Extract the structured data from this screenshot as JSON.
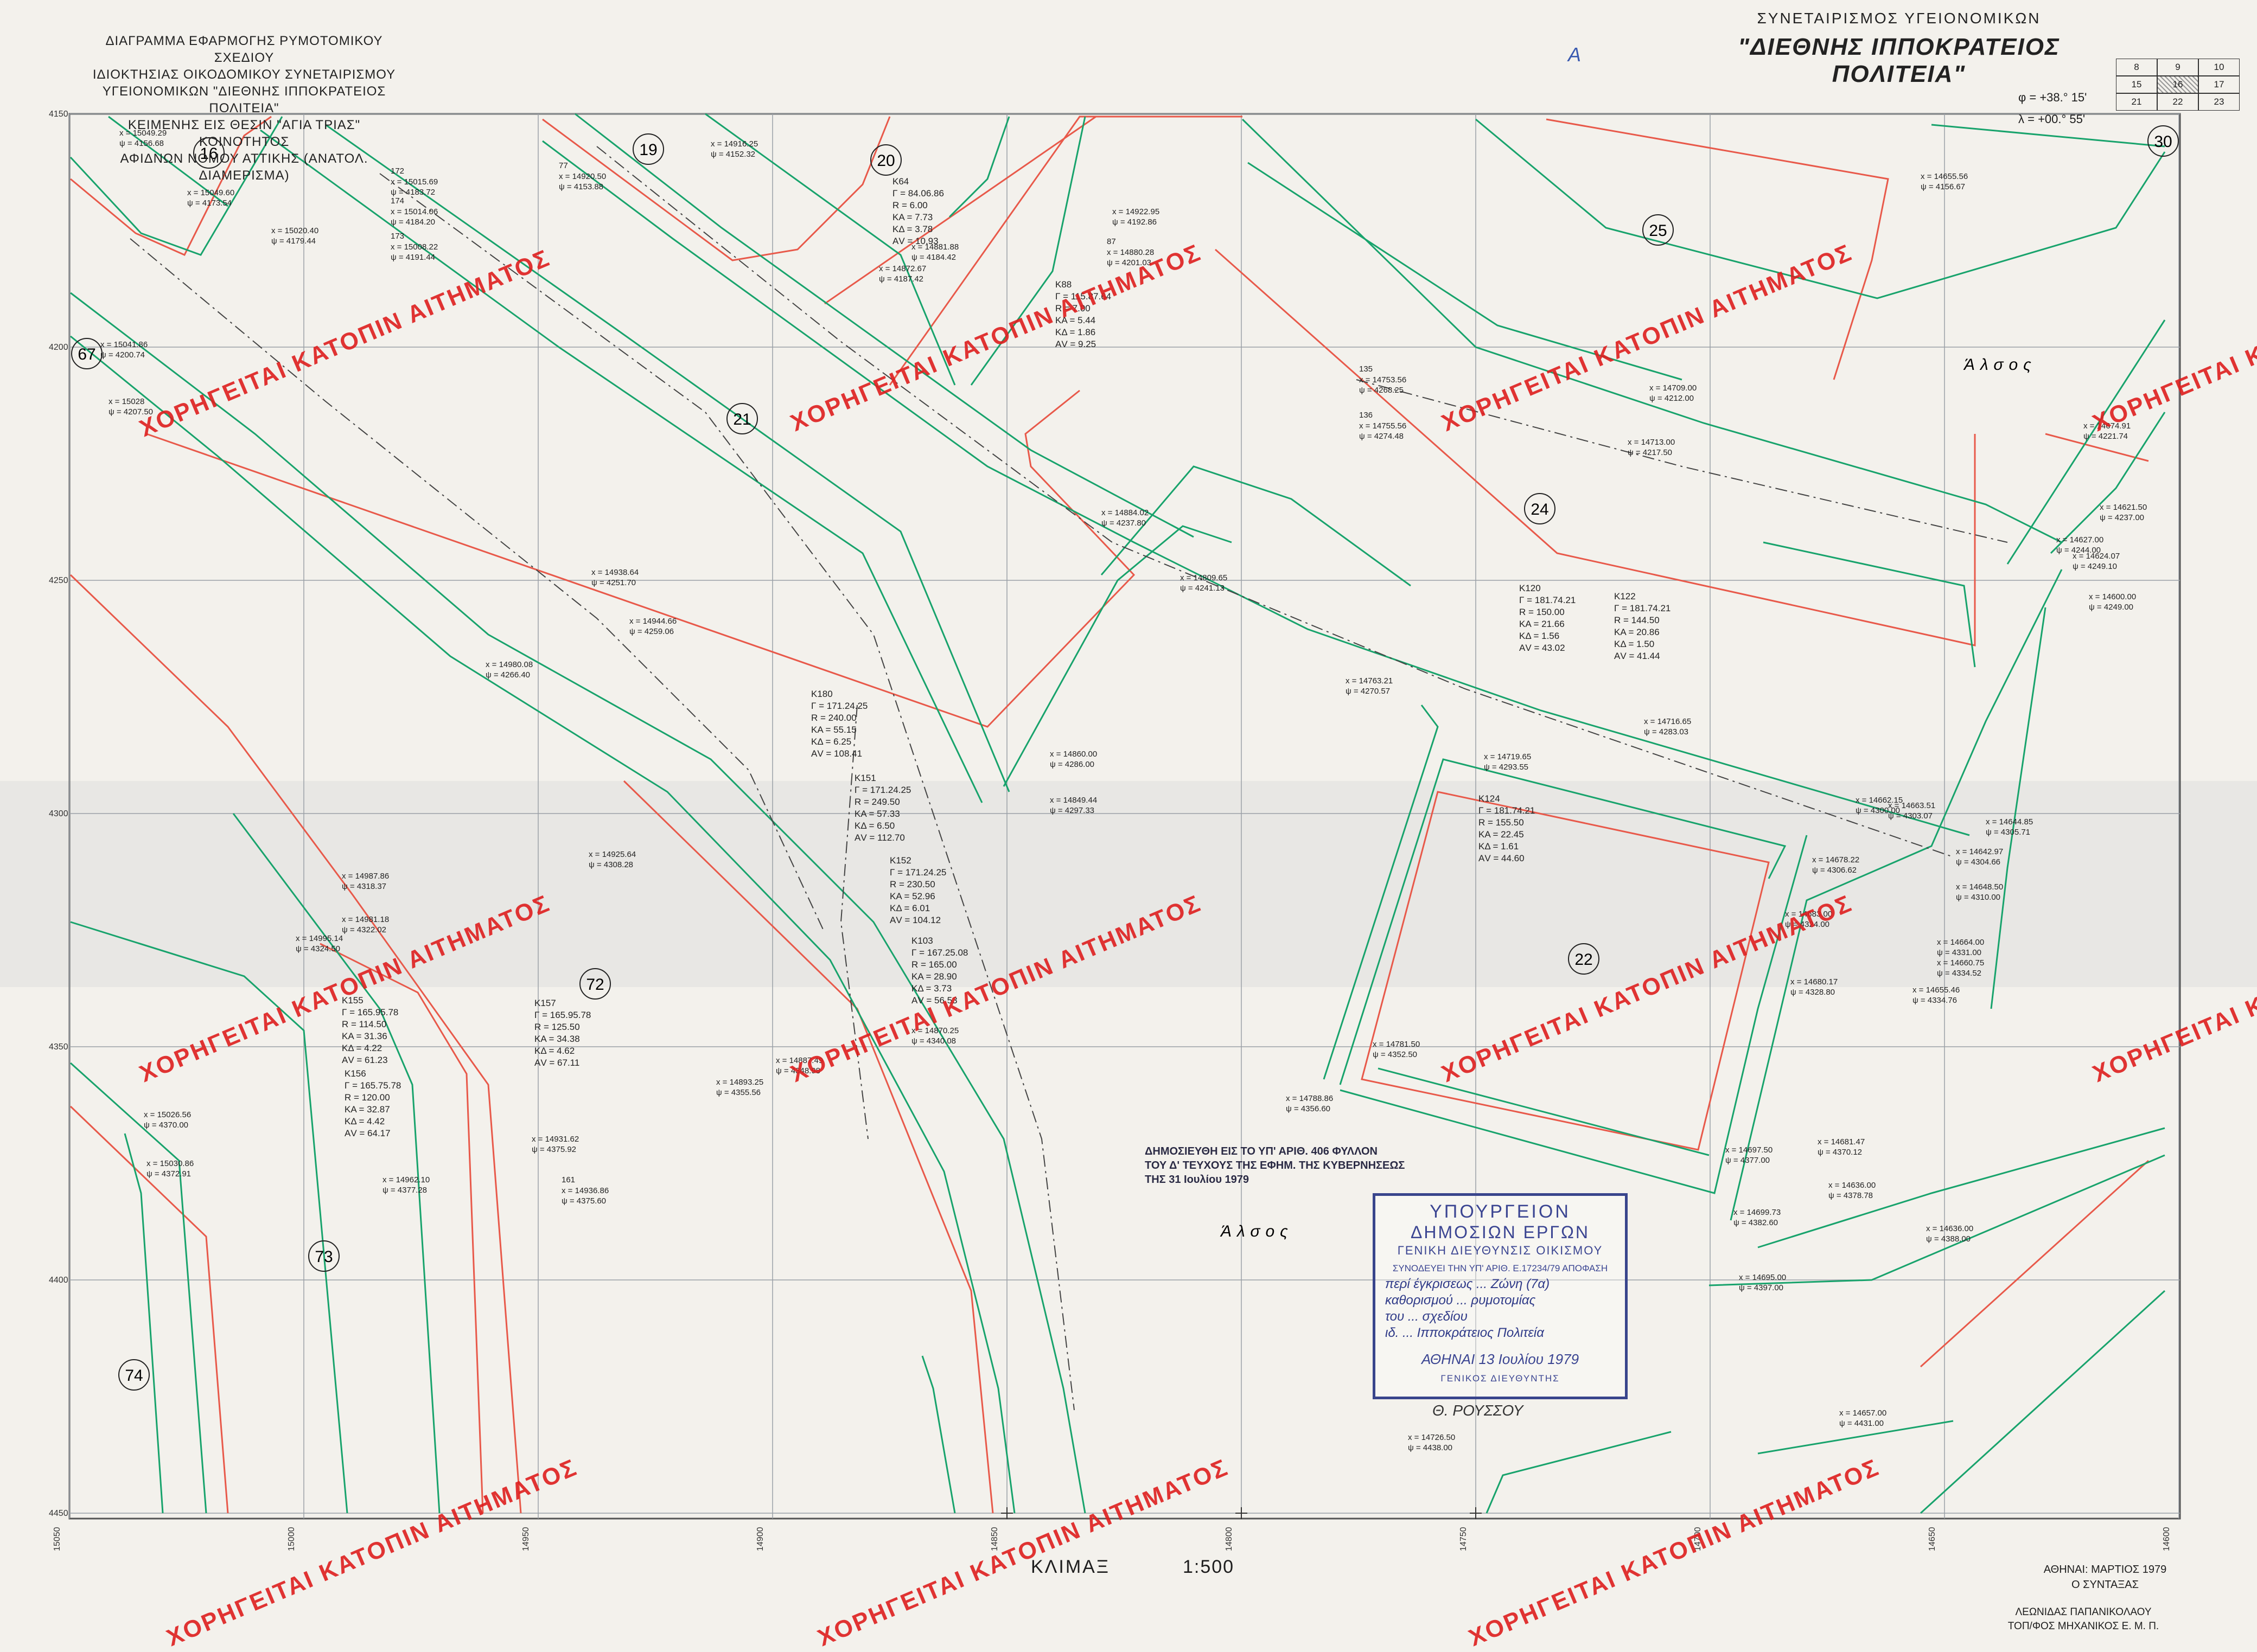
{
  "header": {
    "left_lines": [
      "ΔΙΑΓΡΑΜΜΑ ΕΦΑΡΜΟΓΗΣ ΡΥΜΟΤΟΜΙΚΟΥ ΣΧΕΔΙΟΥ",
      "ΙΔΙΟΚΤΗΣΙΑΣ ΟΙΚΟΔΟΜΙΚΟΥ ΣΥΝΕΤΑΙΡΙΣΜΟΥ",
      "ΥΓΕΙΟΝΟΜΙΚΩΝ \"ΔΙΕΘΝΗΣ ΙΠΠΟΚΡΑΤΕΙΟΣ ΠΟΛΙΤΕΙΑ\"",
      "ΚΕΙΜΕΝΗΣ ΕΙΣ ΘΕΣΙΝ \"ΑΓΙΑ ΤΡΙΑΣ\" ΚΟΙΝΟΤΗΤΟΣ",
      "ΑΦΙΔΝΩΝ ΝΟΜΟΥ ΑΤΤΙΚΗΣ (ΑΝΑΤΟΛ. ΔΙΑΜΕΡΙΣΜΑ)"
    ],
    "right_line1": "ΣΥΝΕΤΑΙΡΙΣΜΟΣ ΥΓΕΙΟΝΟΜΙΚΩΝ",
    "right_line2": "\"ΔΙΕΘΝΗΣ ΙΠΠΟΚΡΑΤΕΙΟΣ ΠΟΛΙΤΕΙΑ\"",
    "phi": "φ = +38.° 15'",
    "lambda": "λ = +00.° 55'",
    "handwritten_letter": "A"
  },
  "sheet_index": {
    "rows": [
      [
        "8",
        "9",
        "10"
      ],
      [
        "15",
        "16",
        "17"
      ],
      [
        "21",
        "22",
        "23"
      ]
    ],
    "highlight": "16"
  },
  "blocks": [
    {
      "label": "16"
    },
    {
      "label": "19"
    },
    {
      "label": "20"
    },
    {
      "label": "21"
    },
    {
      "label": "22"
    },
    {
      "label": "24"
    },
    {
      "label": "25"
    },
    {
      "label": "30"
    },
    {
      "label": "67"
    },
    {
      "label": "72"
    },
    {
      "label": "73"
    },
    {
      "label": "74"
    }
  ],
  "area_labels": [
    "Άλσος",
    "Άλσος"
  ],
  "curve_tables": [
    {
      "id": "K64",
      "rows": [
        "Γ = 84.06.86",
        "R = 6.00",
        "ΚΑ = 7.73",
        "ΚΔ = 3.78",
        "ΑV = 10.93"
      ]
    },
    {
      "id": "K88",
      "rows": [
        "Γ = 115.87.64",
        "R = 7.00",
        "ΚΑ = 5.44",
        "ΚΔ = 1.86",
        "ΑV = 9.25"
      ]
    },
    {
      "id": "K120",
      "rows": [
        "Γ = 181.74.21",
        "R = 150.00",
        "ΚΑ = 21.66",
        "ΚΔ = 1.56",
        "ΑV = 43.02"
      ]
    },
    {
      "id": "K122",
      "rows": [
        "Γ = 181.74.21",
        "R = 144.50",
        "ΚΑ = 20.86",
        "ΚΔ = 1.50",
        "ΑV = 41.44"
      ]
    },
    {
      "id": "K180",
      "rows": [
        "Γ = 171.24.25",
        "R = 240.00",
        "ΚΑ = 55.15",
        "ΚΔ = 6.25",
        "ΑV = 108.41"
      ]
    },
    {
      "id": "K151",
      "rows": [
        "Γ = 171.24.25",
        "R = 249.50",
        "ΚΑ = 57.33",
        "ΚΔ = 6.50",
        "ΑV = 112.70"
      ]
    },
    {
      "id": "K152",
      "rows": [
        "Γ = 171.24.25",
        "R = 230.50",
        "ΚΑ = 52.96",
        "ΚΔ = 6.01",
        "ΑV = 104.12"
      ]
    },
    {
      "id": "K103",
      "rows": [
        "Γ = 167.25.08",
        "R = 165.00",
        "ΚΑ = 28.90",
        "ΚΔ = 3.73",
        "ΑV = 56.53"
      ]
    },
    {
      "id": "K124",
      "rows": [
        "Γ = 181.74.21",
        "R = 155.50",
        "ΚΑ = 22.45",
        "ΚΔ = 1.61",
        "ΑV = 44.60"
      ]
    },
    {
      "id": "K155",
      "rows": [
        "Γ = 165.95.78",
        "R = 114.50",
        "ΚΑ = 31.36",
        "ΚΔ = 4.22",
        "ΑV = 61.23"
      ]
    },
    {
      "id": "K157",
      "rows": [
        "Γ = 165.95.78",
        "R = 125.50",
        "ΚΑ = 34.38",
        "ΚΔ = 4.62",
        "ΑV = 67.11"
      ]
    },
    {
      "id": "K156",
      "rows": [
        "Γ = 165.75.78",
        "R = 120.00",
        "ΚΑ = 32.87",
        "ΚΔ = 4.42",
        "ΑV = 64.17"
      ]
    }
  ],
  "point_coords": [
    {
      "id": "",
      "x": "x = 15049.29",
      "y": "ψ = 4156.68"
    },
    {
      "id": "",
      "x": "x = 15049.60",
      "y": "ψ = 4173.54"
    },
    {
      "id": "",
      "x": "x = 15020.40",
      "y": "ψ = 4179.44"
    },
    {
      "id": "172",
      "x": "x = 15015.69",
      "y": "ψ = 4183.72"
    },
    {
      "id": "174",
      "x": "x = 15014.06",
      "y": "ψ = 4184.20"
    },
    {
      "id": "173",
      "x": "x = 15008.22",
      "y": "ψ = 4191.44"
    },
    {
      "id": "77",
      "x": "x = 14920.50",
      "y": "ψ = 4153.88"
    },
    {
      "id": "",
      "x": "x = 14916.25",
      "y": "ψ = 4152.32"
    },
    {
      "id": "",
      "x": "x = 14881.88",
      "y": "ψ = 4184.42"
    },
    {
      "id": "",
      "x": "x = 14872.67",
      "y": "ψ = 4187.42"
    },
    {
      "id": "",
      "x": "x = 14922.95",
      "y": "ψ = 4192.86"
    },
    {
      "id": "87",
      "x": "x = 14880.28",
      "y": "ψ = 4201.03"
    },
    {
      "id": "",
      "x": "x = 15041.86",
      "y": "ψ = 4200.74"
    },
    {
      "id": "",
      "x": "x = 15028",
      "y": "ψ = 4207.50"
    },
    {
      "id": "135",
      "x": "x = 14753.56",
      "y": "ψ = 4268.25"
    },
    {
      "id": "136",
      "x": "x = 14755.56",
      "y": "ψ = 4274.48"
    },
    {
      "id": "",
      "x": "x = 14709.00",
      "y": "ψ = 4212.00"
    },
    {
      "id": "",
      "x": "x = 14713.00",
      "y": "ψ = 4217.50"
    },
    {
      "id": "",
      "x": "x = 14674.91",
      "y": "ψ = 4221.74"
    },
    {
      "id": "",
      "x": "x = 14655.56",
      "y": "ψ = 4156.67"
    },
    {
      "id": "",
      "x": "x = 14884.02",
      "y": "ψ = 4237.80"
    },
    {
      "id": "",
      "x": "x = 14809.65",
      "y": "ψ = 4241.13"
    },
    {
      "id": "",
      "x": "x = 14621.50",
      "y": "ψ = 4237.00"
    },
    {
      "id": "",
      "x": "x = 14627.00",
      "y": "ψ = 4244.00"
    },
    {
      "id": "",
      "x": "x = 14624.07",
      "y": "ψ = 4249.10"
    },
    {
      "id": "",
      "x": "x = 14600.00",
      "y": "ψ = 4249.00"
    },
    {
      "id": "",
      "x": "x = 14938.64",
      "y": "ψ = 4251.70"
    },
    {
      "id": "",
      "x": "x = 14944.66",
      "y": "ψ = 4259.06"
    },
    {
      "id": "",
      "x": "x = 14980.08",
      "y": "ψ = 4266.40"
    },
    {
      "id": "",
      "x": "x = 14763.21",
      "y": "ψ = 4270.57"
    },
    {
      "id": "",
      "x": "x = 14716.65",
      "y": "ψ = 4283.03"
    },
    {
      "id": "",
      "x": "x = 14860.00",
      "y": "ψ = 4286.00"
    },
    {
      "id": "",
      "x": "x = 14849.44",
      "y": "ψ = 4297.33"
    },
    {
      "id": "",
      "x": "x = 14719.65",
      "y": "ψ = 4293.55"
    },
    {
      "id": "",
      "x": "x = 14662.15",
      "y": "ψ = 4300.00"
    },
    {
      "id": "",
      "x": "x = 14663.51",
      "y": "ψ = 4303.07"
    },
    {
      "id": "",
      "x": "x = 14644.85",
      "y": "ψ = 4305.71"
    },
    {
      "id": "",
      "x": "x = 14642.97",
      "y": "ψ = 4304.66"
    },
    {
      "id": "",
      "x": "x = 14648.50",
      "y": "ψ = 4310.00"
    },
    {
      "id": "",
      "x": "x = 14678.22",
      "y": "ψ = 4306.62"
    },
    {
      "id": "",
      "x": "x = 14925.64",
      "y": "ψ = 4308.28"
    },
    {
      "id": "",
      "x": "x = 14987.86",
      "y": "ψ = 4318.37"
    },
    {
      "id": "",
      "x": "x = 14981.18",
      "y": "ψ = 4322.02"
    },
    {
      "id": "",
      "x": "x = 14995.14",
      "y": "ψ = 4324.50"
    },
    {
      "id": "",
      "x": "x = 14683.00",
      "y": "ψ = 4324.00"
    },
    {
      "id": "",
      "x": "x = 14680.17",
      "y": "ψ = 4328.80"
    },
    {
      "id": "",
      "x": "x = 14664.00",
      "y": "ψ = 4331.00"
    },
    {
      "id": "",
      "x": "x = 14660.75",
      "y": "ψ = 4334.52"
    },
    {
      "id": "",
      "x": "x = 14655.46",
      "y": "ψ = 4334.76"
    },
    {
      "id": "",
      "x": "x = 14870.25",
      "y": "ψ = 4340.08"
    },
    {
      "id": "",
      "x": "x = 14887.49",
      "y": "ψ = 4348.98"
    },
    {
      "id": "",
      "x": "x = 14893.25",
      "y": "ψ = 4355.56"
    },
    {
      "id": "",
      "x": "x = 14781.50",
      "y": "ψ = 4352.50"
    },
    {
      "id": "",
      "x": "x = 14788.86",
      "y": "ψ = 4356.60"
    },
    {
      "id": "",
      "x": "x = 14931.62",
      "y": "ψ = 4375.92"
    },
    {
      "id": "",
      "x": "x = 14962.10",
      "y": "ψ = 4377.28"
    },
    {
      "id": "161",
      "x": "x = 14936.86",
      "y": "ψ = 4375.60"
    },
    {
      "id": "",
      "x": "x = 15026.56",
      "y": "ψ = 4370.00"
    },
    {
      "id": "",
      "x": "x = 15030.86",
      "y": "ψ = 4372.91"
    },
    {
      "id": "",
      "x": "x = 14697.50",
      "y": "ψ = 4377.00"
    },
    {
      "id": "",
      "x": "x = 14681.47",
      "y": "ψ = 4370.12"
    },
    {
      "id": "",
      "x": "x = 14636.00",
      "y": "ψ = 4378.78"
    },
    {
      "id": "",
      "x": "x = 14699.73",
      "y": "ψ = 4382.60"
    },
    {
      "id": "",
      "x": "x = 14636.00",
      "y": "ψ = 4388.00"
    },
    {
      "id": "",
      "x": "x = 14695.00",
      "y": "ψ = 4397.00"
    },
    {
      "id": "",
      "x": "x = 14726.50",
      "y": "ψ = 4438.00"
    },
    {
      "id": "",
      "x": "x = 14657.00",
      "y": "ψ = 4431.00"
    }
  ],
  "grid_labels": {
    "y_left": [
      "4150",
      "4200",
      "4250",
      "4300",
      "4350",
      "4400",
      "4450"
    ],
    "x_bottom": [
      "15050",
      "15000",
      "14950",
      "14900",
      "14850",
      "14800",
      "14750",
      "14700",
      "14650",
      "14600"
    ]
  },
  "watermark_text": "ΧΟΡΗΓΕΙΤΑΙ ΚΑΤΟΠΙΝ ΑΙΤΗΜΑΤΟΣ",
  "scale": {
    "label": "ΚΛΙΜΑΞ",
    "value": "1:500"
  },
  "footer": {
    "date_line1": "ΑΘΗΝΑΙ: ΜΑΡΤΙΟΣ 1979",
    "date_line2": "Ο ΣΥΝΤΑΞΑΣ",
    "engineer_line1": "ΛΕΩΝΙΔΑΣ ΠΑΠΑΝΙΚΟΛΑΟΥ",
    "engineer_line2": "ΤΟΠ/ΦΟΣ ΜΗΧΑΝΙΚΟΣ Ε. Μ. Π."
  },
  "publication_note": {
    "line1": "ΔΗΜΟΣΙΕΥΘΗ ΕΙΣ ΤΟ ΥΠ' ΑΡΙΘ. 406 ΦΥΛΛΟΝ",
    "line2": "ΤΟΥ Δ' ΤΕΥΧΟΥΣ ΤΗΣ ΕΦΗΜ. ΤΗΣ ΚΥΒΕΡΝΗΣΕΩΣ",
    "line3": "ΤΗΣ 31 Ιουλίου 1979"
  },
  "stamp": {
    "line1": "ΥΠΟΥΡΓΕΙΟΝ",
    "line2": "ΔΗΜΟΣΙΩΝ ΕΡΓΩΝ",
    "line3": "ΓΕΝΙΚΗ ΔΙΕΥΘΥΝΣΙΣ ΟΙΚΙΣΜΟΥ",
    "line4": "ΣΥΝΟΔΕΥΕΙ ΤΗΝ ΥΠ' ΑΡΙΘ. Ε.17234/79 ΑΠΟΦΑΣΗ",
    "handwritten": [
      "περί έγκρισεως ... Ζώνη (7α)",
      "καθορισμού ... ρυμοτομίας",
      "του ... σχεδίου",
      "ιδ. ... Ιπποκράτειος Πολιτεία"
    ],
    "date": "ΑΘΗΝΑΙ 13 Ιουλίου 1979",
    "footer": "ΓΕΝΙΚΟΣ ΔΙΕΥΘΥΝΤΗΣ"
  },
  "signature": "Θ. ΡΟΥΣΣΟΥ"
}
